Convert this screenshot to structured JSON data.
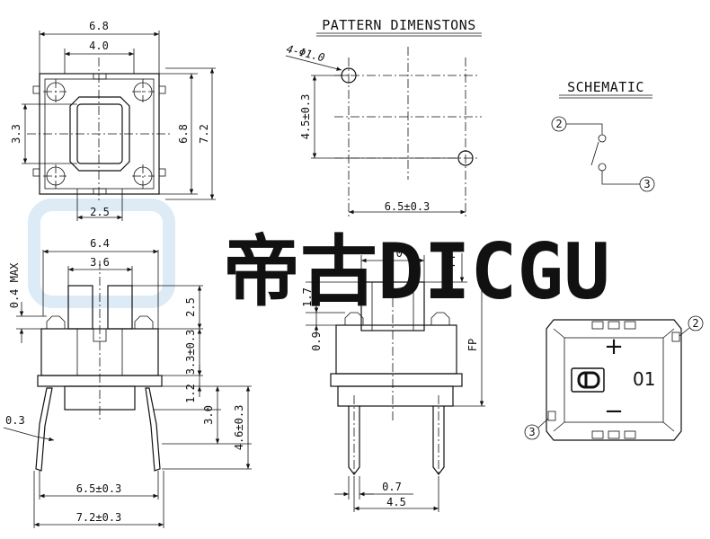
{
  "titles": {
    "pattern": "PATTERN DIMENSTONS",
    "schematic": "SCHEMATIC"
  },
  "watermark": {
    "text": "帝古DICGU",
    "color": "#dcebf6"
  },
  "top_view": {
    "w68": "6.8",
    "w40": "4.0",
    "h33": "3.3",
    "h68": "6.8",
    "h72": "7.2",
    "w25": "2.5"
  },
  "pattern": {
    "hole": "4-Φ1.0",
    "v": "4.5±0.3",
    "h": "6.5±0.3"
  },
  "schematic": {
    "pin_a": "2",
    "pin_b": "3"
  },
  "side_view": {
    "w64": "6.4",
    "w36": "3.6",
    "max": "0.4 MAX",
    "h25": "2.5",
    "h33": "3.3±0.3",
    "h12": "1.2",
    "h30": "3.0",
    "h46": "4.6±0.3",
    "lead": "0.3",
    "w65": "6.5±0.3",
    "w72": "7.2±0.3"
  },
  "front_view": {
    "w40": "4.0",
    "pt": "PT",
    "h17": "1.7",
    "h09": "0.9",
    "fp": "FP",
    "w07": "0.7",
    "w45": "4.5"
  },
  "bottom_view": {
    "plus": "+",
    "minus": "−",
    "code": "01",
    "pin_a": "2",
    "pin_b": "3"
  }
}
